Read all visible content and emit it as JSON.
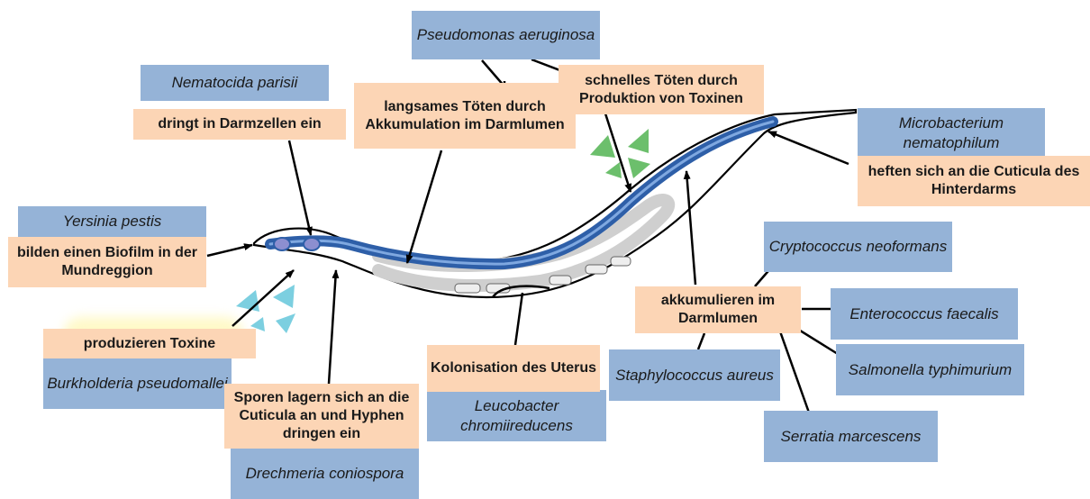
{
  "organisms": {
    "pseudomonas": "Pseudomonas aeruginosa",
    "nematocida": "Nematocida parisii",
    "microbacterium": "Microbacterium nematophilum",
    "yersinia": "Yersinia pestis",
    "cryptococcus": "Cryptococcus neoformans",
    "enterococcus": "Enterococcus faecalis",
    "salmonella": "Salmonella typhimurium",
    "burkholderia": "Burkholderia pseudomallei",
    "staphylococcus": "Staphylococcus aureus",
    "leucobacter": "Leucobacter chromiireducens",
    "serratia": "Serratia marcescens",
    "drechmeria": "Drechmeria coniospora"
  },
  "mechanisms": {
    "slow_kill": "langsames Töten durch Akkumulation im Darmlumen",
    "fast_kill": "schnelles Töten durch Produktion von Toxinen",
    "invade_cells": "dringt in Darmzellen ein",
    "hindgut_cuticle": "heften sich an die Cuticula des Hinterdarms",
    "biofilm": "bilden einen Biofilm in der Mundreggion",
    "accumulate": "akkumulieren im Darmlumen",
    "toxins": "produzieren Toxine",
    "uterus": "Kolonisation des Uterus",
    "spores": "Sporen lagern sich an die Cuticula an und Hyphen dringen ein"
  },
  "colors": {
    "organism_box": "#95b3d7",
    "mechanism_box": "#fcd5b5",
    "worm_gut": "#2e5fa8",
    "worm_gonad": "#cfcfcf",
    "toxin_green": "#6cbf6c",
    "toxin_cyan": "#7ccfe0"
  }
}
